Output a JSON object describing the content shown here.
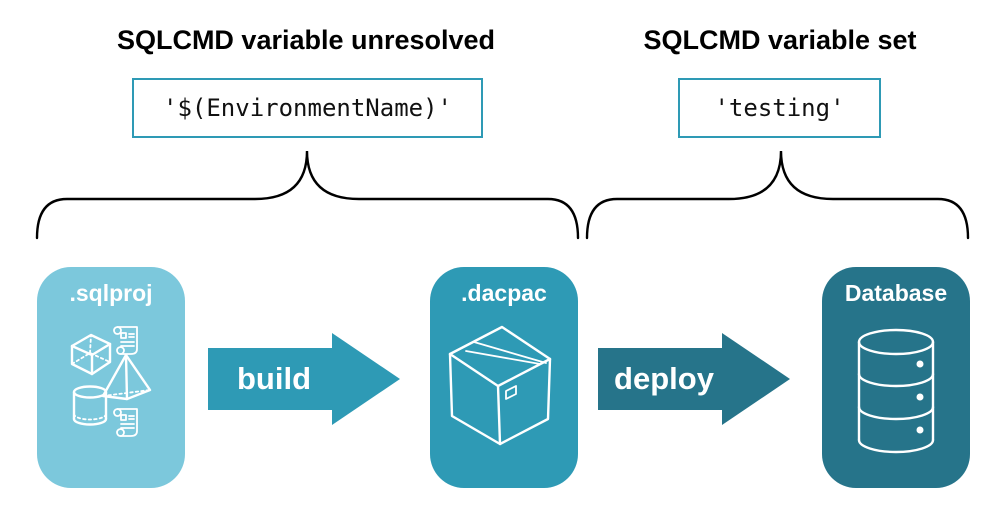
{
  "diagram": {
    "left_annotation": {
      "title": "SQLCMD variable unresolved",
      "code": "'$(EnvironmentName)'"
    },
    "right_annotation": {
      "title": "SQLCMD variable set",
      "code": "'testing'"
    },
    "nodes": [
      {
        "label": ".sqlproj",
        "icon": "sql-objects-icon",
        "color": "#7cc8dc"
      },
      {
        "label": ".dacpac",
        "icon": "package-icon",
        "color": "#2e9ab5"
      },
      {
        "label": "Database",
        "icon": "database-icon",
        "color": "#26748a"
      }
    ],
    "arrows": [
      {
        "label": "build",
        "color": "#2e9ab5"
      },
      {
        "label": "deploy",
        "color": "#26748a"
      }
    ],
    "colors": {
      "background": "#ffffff",
      "light_blue": "#7cc8dc",
      "teal": "#2e9ab5",
      "dark_teal": "#26748a",
      "code_box_border": "#2e9ab5",
      "text": "#000000",
      "brace": "#000000"
    }
  }
}
